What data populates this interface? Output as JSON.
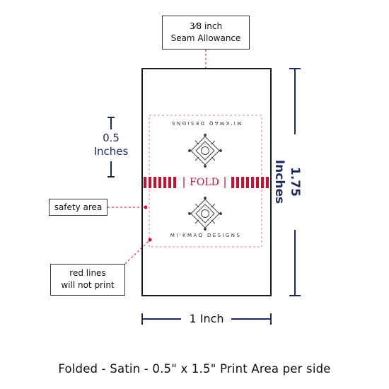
{
  "seam_allowance": {
    "fraction": "3⁄8",
    "unit": "inch",
    "line2": "Seam Allowance"
  },
  "fold_label": "FOLD",
  "brand_top": "MI'KMAQ DESIGNS",
  "brand_bottom": "MI'KMAQ DESIGNS",
  "height_left": {
    "line1": "0.5",
    "line2": "Inches"
  },
  "height_right": "1.75 Inches",
  "width_label": "1 Inch",
  "safety_label": "safety area",
  "red_lines_note": {
    "line1": "red lines",
    "line2": "will not print"
  },
  "caption": "Folded - Satin - 0.5\" x 1.5\" Print Area per side",
  "colors": {
    "navy": "#1f2b5c",
    "red": "#c8102e",
    "safety": "#e57b8c",
    "outline": "#1a1a1a"
  }
}
